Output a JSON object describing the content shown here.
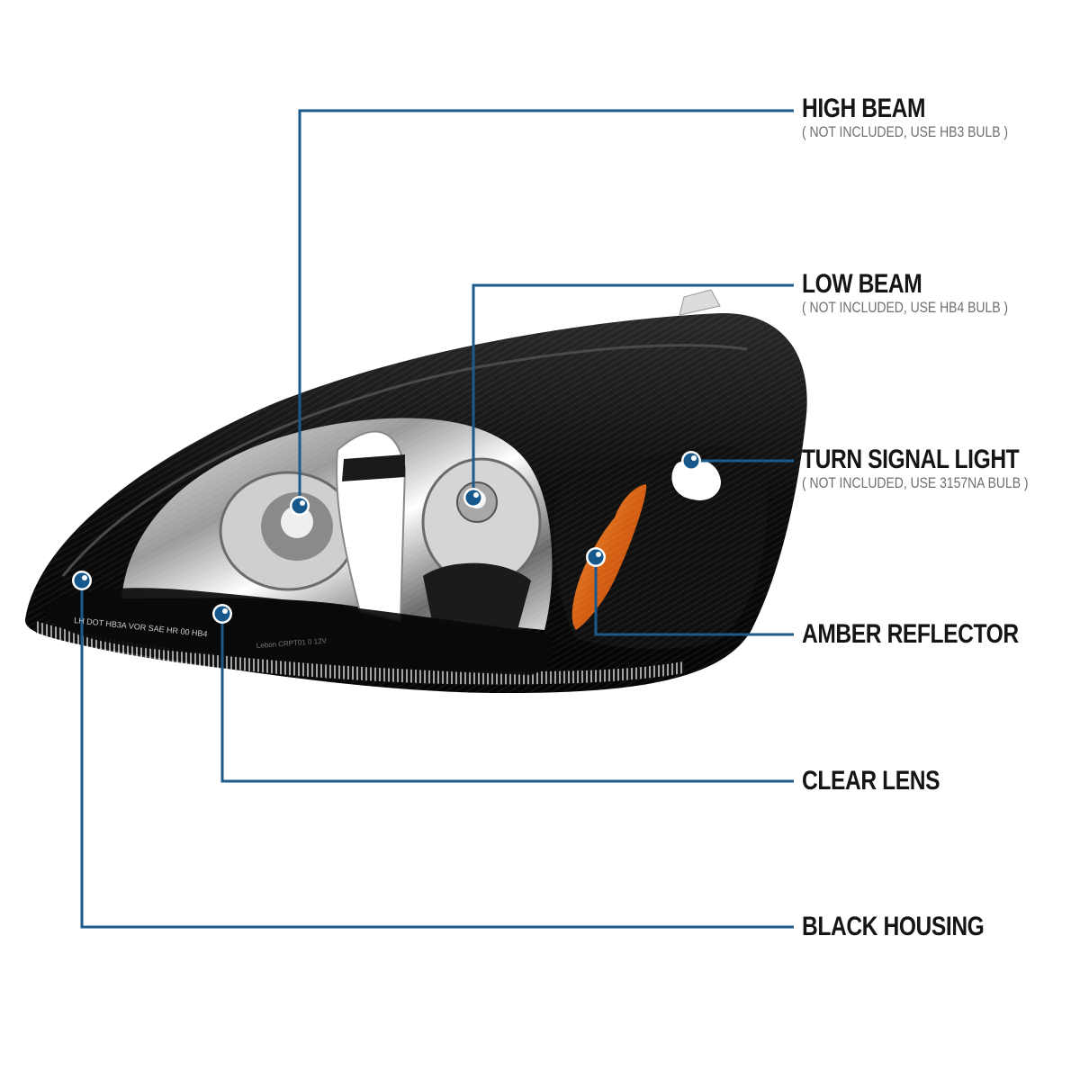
{
  "theme": {
    "callout_line_color": "#1c5a8a",
    "callout_dot_color": "#17588c",
    "title_color": "#151515",
    "subtitle_color": "#6f6f6f",
    "housing_color": "#0d0d0d",
    "amber_color": "#e8701a"
  },
  "callouts": [
    {
      "id": "high-beam",
      "title": "HIGH BEAM",
      "subtitle": "( NOT INCLUDED, USE  HB3  BULB )"
    },
    {
      "id": "low-beam",
      "title": "LOW BEAM",
      "subtitle": "( NOT INCLUDED, USE  HB4  BULB )"
    },
    {
      "id": "turn-signal-light",
      "title": "TURN SIGNAL LIGHT",
      "subtitle": "( NOT INCLUDED, USE  3157NA  BULB )"
    },
    {
      "id": "amber-reflector",
      "title": "AMBER REFLECTOR"
    },
    {
      "id": "clear-lens",
      "title": "CLEAR LENS"
    },
    {
      "id": "black-housing",
      "title": "BLACK HOUSING"
    }
  ],
  "lens_markings": {
    "lower_left": "LH  DOT  HB3A  VOR  SAE  HR  00    HB4",
    "lower_center": "Lebon CRPT01 0  12V"
  }
}
